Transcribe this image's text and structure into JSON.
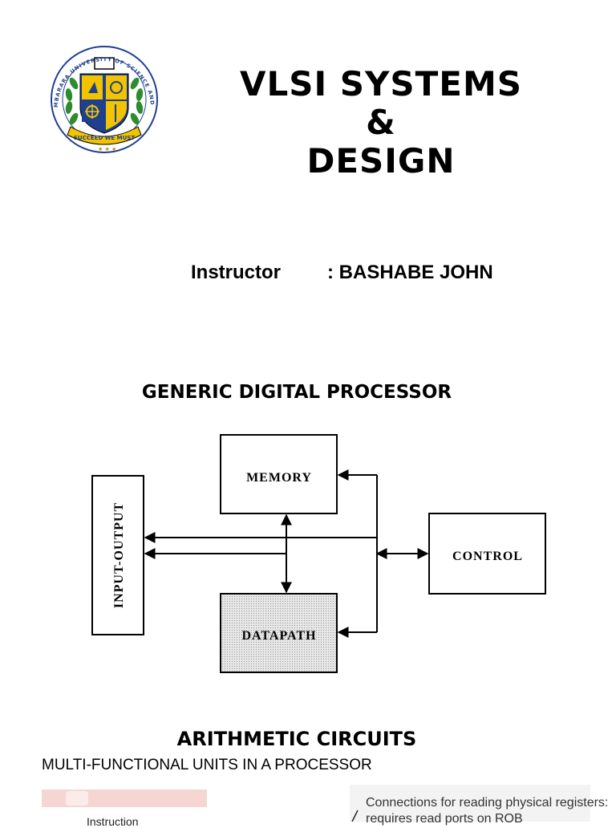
{
  "logo": {
    "ring_text_top": "MBARARA UNIVERSITY OF SCIENCE AND TECHNOLOGY",
    "motto": "SUCCEED WE MUST",
    "colors": {
      "blue": "#1f3f8f",
      "gold": "#f2c400",
      "green": "#2e8b2e"
    }
  },
  "title": {
    "line1": "VLSI SYSTEMS",
    "line2": "&",
    "line3": "DESIGN"
  },
  "instructor": {
    "label": "Instructor",
    "value": ": BASHABE JOHN"
  },
  "diagram": {
    "heading": "GENERIC DIGITAL PROCESSOR",
    "blocks": {
      "memory": "MEMORY",
      "datapath": "DATAPATH",
      "control": "CONTROL",
      "io": "INPUT-OUTPUT"
    }
  },
  "arithmetic": {
    "heading": "ARITHMETIC CIRCUITS",
    "subheading": "MULTI-FUNCTIONAL UNITS IN A PROCESSOR"
  },
  "bottom_figure": {
    "instruction_label": "Instruction",
    "note_line1": "Connections for reading physical registers:",
    "note_line2": "requires read ports on ROB"
  }
}
